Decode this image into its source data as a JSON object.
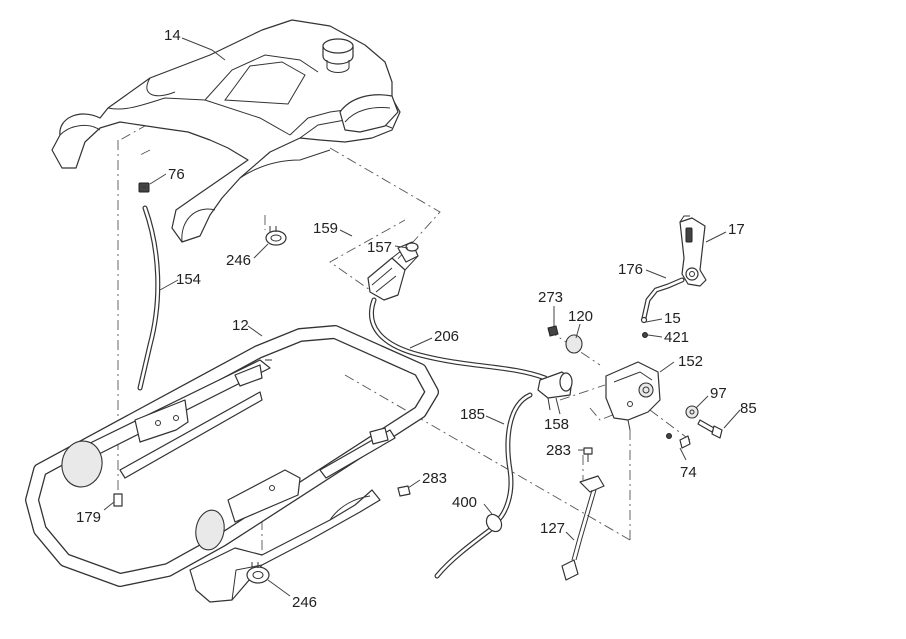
{
  "callouts": {
    "c14": "14",
    "c76": "76",
    "c246a": "246",
    "c154": "154",
    "c159": "159",
    "c157": "157",
    "c12": "12",
    "c206": "206",
    "c273": "273",
    "c120": "120",
    "c176": "176",
    "c17": "17",
    "c15": "15",
    "c421": "421",
    "c152": "152",
    "c97": "97",
    "c85": "85",
    "c158": "158",
    "c185": "185",
    "c283a": "283",
    "c74": "74",
    "c283b": "283",
    "c400": "400",
    "c127": "127",
    "c179": "179",
    "c246b": "246"
  },
  "colors": {
    "line": "#333333",
    "background": "#ffffff"
  }
}
